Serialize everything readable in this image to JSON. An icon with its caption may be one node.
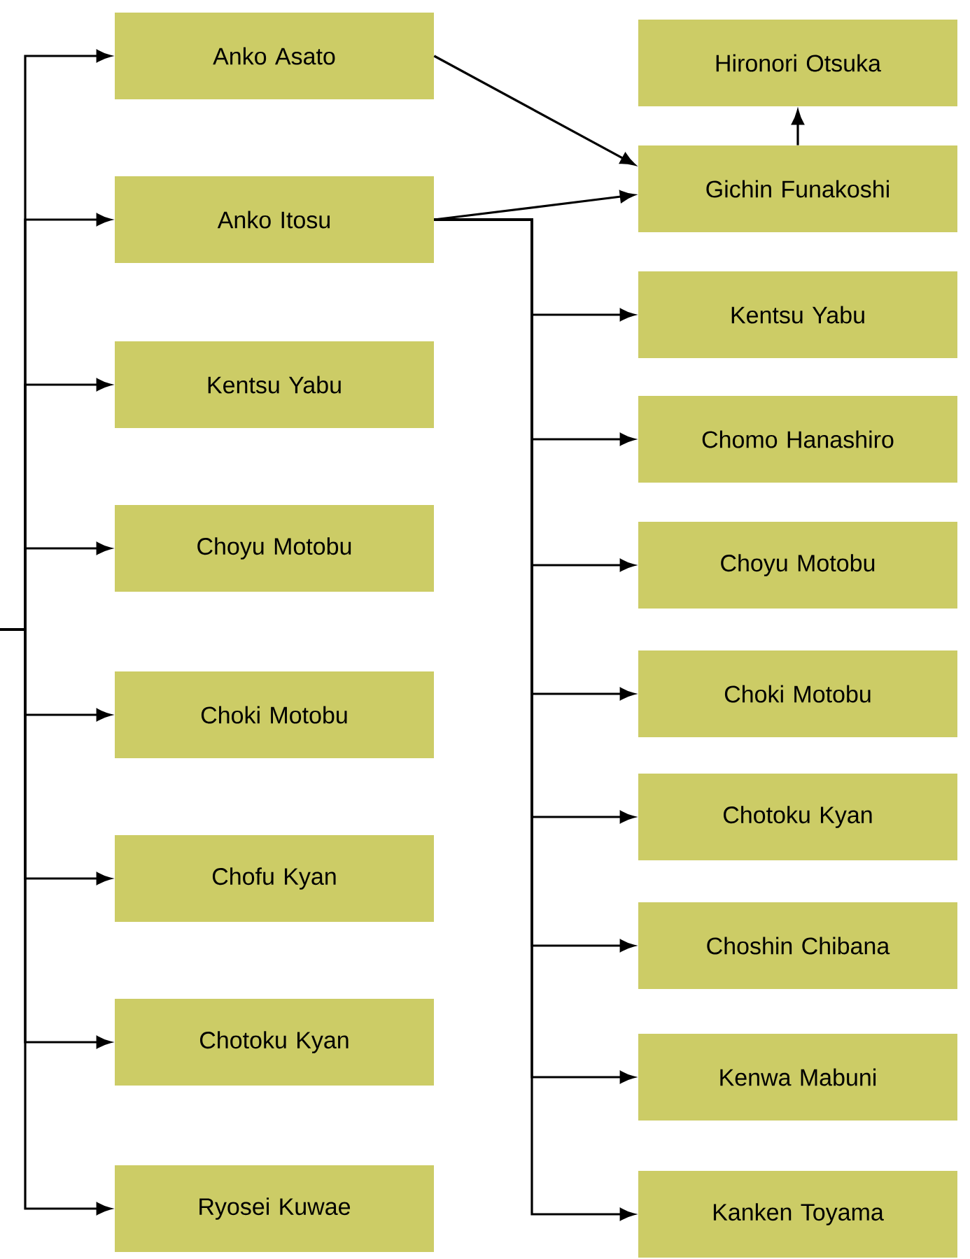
{
  "diagram": {
    "nodes": [
      {
        "text": [
          "Anko Asato"
        ]
      },
      {
        "text": [
          "Anko Itosu"
        ]
      },
      {
        "text": [
          "Kentsu Yabu"
        ]
      },
      {
        "text": [
          "Choyu Motobu"
        ]
      },
      {
        "text": [
          "Choki Motobu"
        ]
      },
      {
        "text": [
          "Chofu Kyan"
        ]
      },
      {
        "text": [
          "Chotoku Kyan"
        ]
      },
      {
        "text": [
          "Ryosei Kuwae"
        ]
      },
      {
        "text": [
          "Hironori Otsuka"
        ]
      },
      {
        "text": [
          "Gichin Funakoshi"
        ]
      },
      {
        "text": [
          "Kentsu Yabu"
        ]
      },
      {
        "text": [
          "Chomo Hanashiro"
        ]
      },
      {
        "text": [
          "Choyu Motobu"
        ]
      },
      {
        "text": [
          "Choki Motobu"
        ]
      },
      {
        "text": [
          "Chotoku Kyan"
        ]
      },
      {
        "text": [
          "Choshin Chibana"
        ]
      },
      {
        "text": [
          "Kenwa Mabuni"
        ]
      },
      {
        "text": [
          "Kanken Toyama"
        ]
      }
    ],
    "edges": [
      {
        "from": null,
        "to": 0,
        "arrow": "to"
      },
      {
        "from": null,
        "to": 1,
        "arrow": "to"
      },
      {
        "from": null,
        "to": 2,
        "arrow": "to"
      },
      {
        "from": null,
        "to": 3,
        "arrow": "to"
      },
      {
        "from": null,
        "to": 4,
        "arrow": "to"
      },
      {
        "from": null,
        "to": 5,
        "arrow": "to"
      },
      {
        "from": null,
        "to": 6,
        "arrow": "to"
      },
      {
        "from": null,
        "to": 7,
        "arrow": "to"
      },
      {
        "from": 0,
        "to": 9,
        "arrow": "to"
      },
      {
        "from": 1,
        "to": 9,
        "arrow": "to"
      },
      {
        "from": 1,
        "to": 10,
        "arrow": "to"
      },
      {
        "from": 1,
        "to": 11,
        "arrow": "to"
      },
      {
        "from": 1,
        "to": 12,
        "arrow": "to"
      },
      {
        "from": 1,
        "to": 13,
        "arrow": "to"
      },
      {
        "from": 1,
        "to": 14,
        "arrow": "to"
      },
      {
        "from": 1,
        "to": 15,
        "arrow": "to"
      },
      {
        "from": 1,
        "to": 16,
        "arrow": "to"
      },
      {
        "from": 1,
        "to": 17,
        "arrow": "to"
      },
      {
        "from": 9,
        "to": 8,
        "arrow": "to"
      }
    ]
  }
}
